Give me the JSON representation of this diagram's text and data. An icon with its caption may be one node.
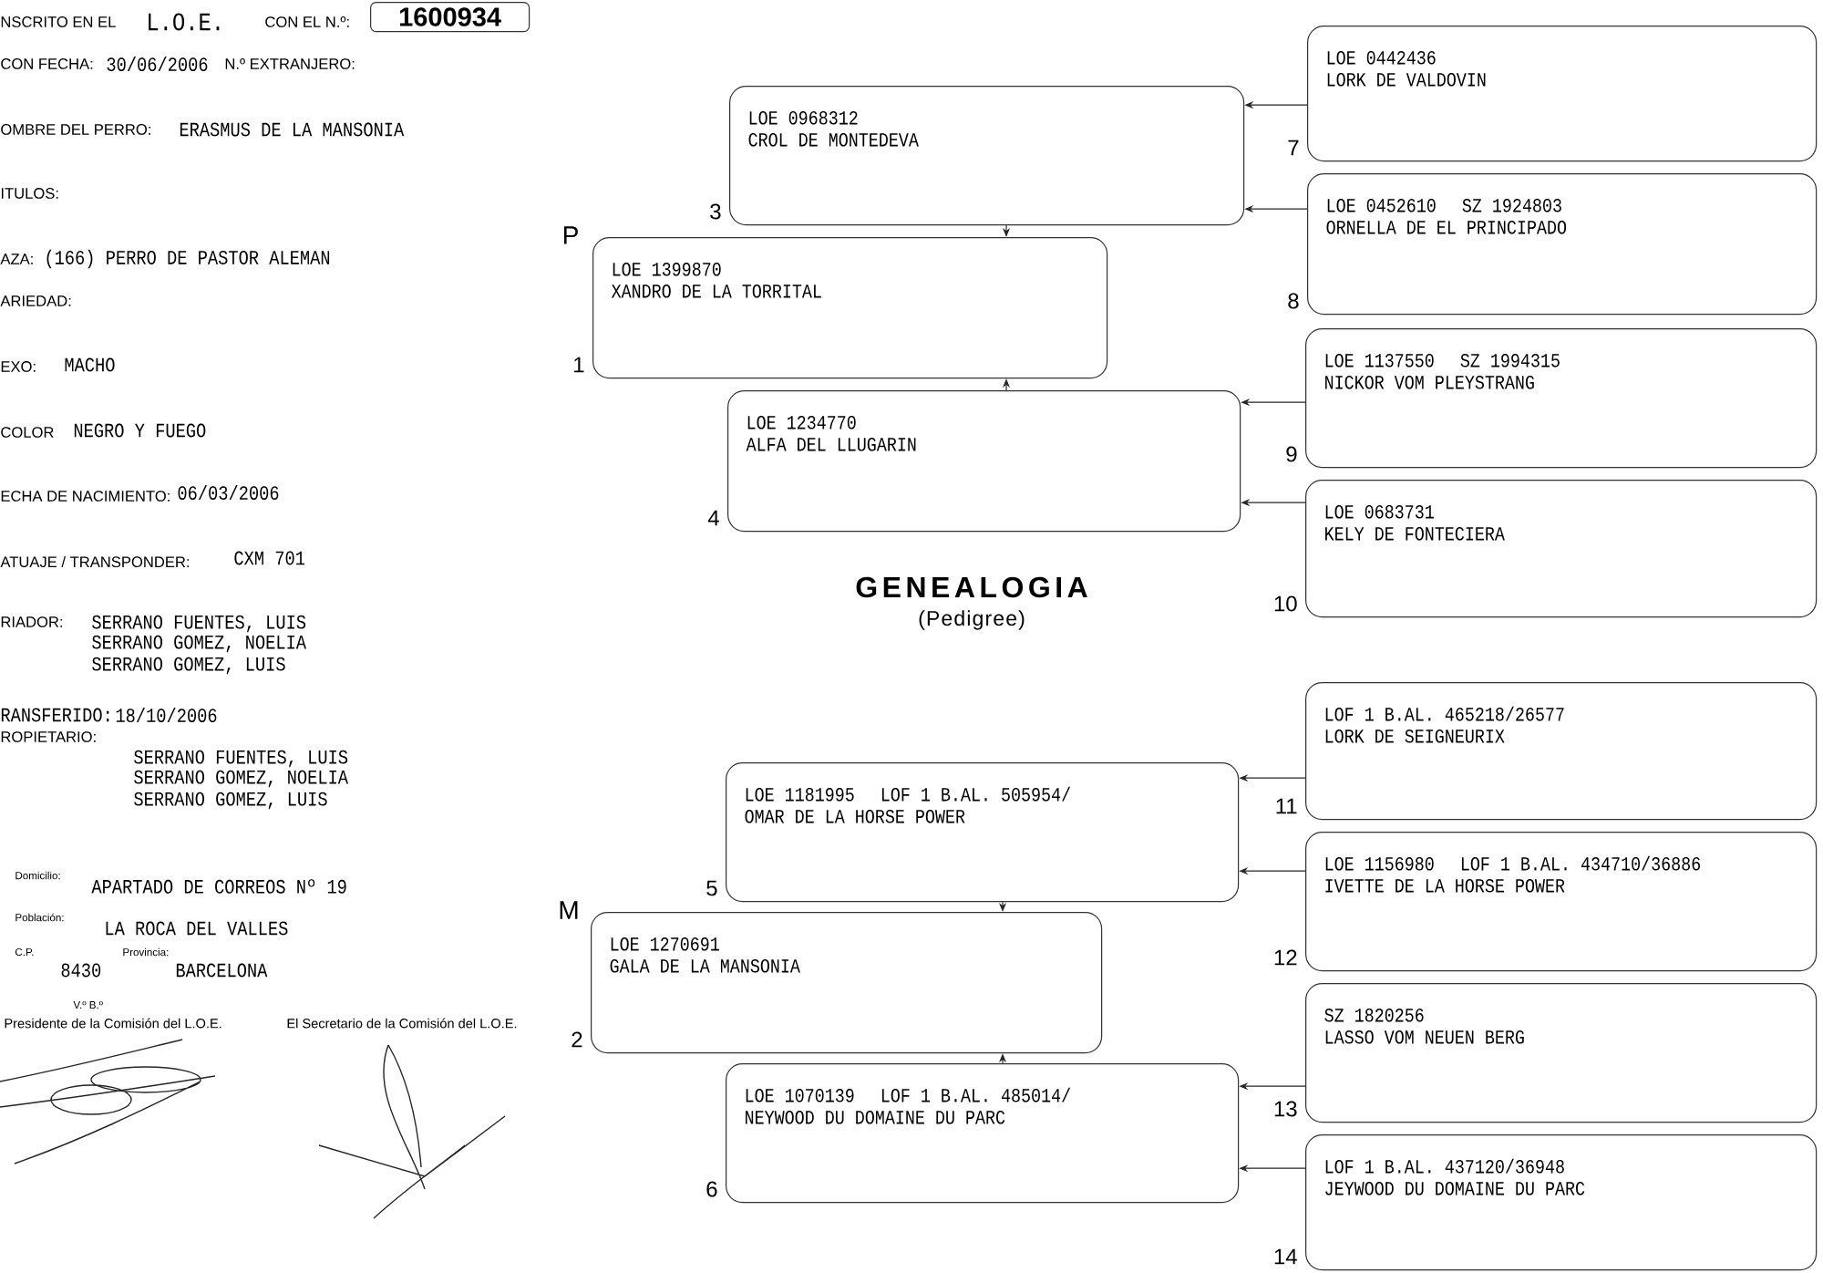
{
  "diagram": {
    "title": "GENEALOGIA",
    "nodes": [
      {
        "text": [
          "1600934"
        ]
      },
      {
        "text": [
          "LOE 1399870",
          "XANDRO DE LA TORRITAL"
        ],
        "beside": [
          "P",
          "1"
        ]
      },
      {
        "text": [
          "LOE 1270691",
          "GALA DE LA MANSONIA"
        ],
        "beside": [
          "M",
          "2"
        ]
      },
      {
        "text": [
          "LOE 0968312",
          "CROL DE MONTEDEVA"
        ],
        "beside": [
          "3"
        ]
      },
      {
        "text": [
          "LOE 1234770",
          "ALFA DEL LLUGARIN"
        ],
        "beside": [
          "4"
        ]
      },
      {
        "text": [
          "LOE 1181995",
          "LOF 1 B.AL. 505954/",
          "OMAR DE LA HORSE POWER"
        ],
        "beside": [
          "5"
        ]
      },
      {
        "text": [
          "LOE 1070139",
          "LOF 1 B.AL. 485014/",
          "NEYWOOD DU DOMAINE DU PARC"
        ],
        "beside": [
          "6"
        ]
      },
      {
        "text": [
          "LOE 0442436",
          "LORK DE VALDOVIN"
        ],
        "beside": [
          "7"
        ]
      },
      {
        "text": [
          "LOE 0452610",
          "SZ 1924803",
          "ORNELLA DE EL PRINCIPADO"
        ],
        "beside": [
          "8"
        ]
      },
      {
        "text": [
          "LOE 1137550",
          "SZ 1994315",
          "NICKOR VOM PLEYSTRANG"
        ],
        "beside": [
          "9"
        ]
      },
      {
        "text": [
          "LOE 0683731",
          "KELY DE FONTECIERA"
        ],
        "beside": [
          "10"
        ]
      },
      {
        "text": [
          "LOF 1 B.AL. 465218/26577",
          "LORK DE SEIGNEURIX"
        ],
        "beside": [
          "11"
        ]
      },
      {
        "text": [
          "LOE 1156980",
          "LOF 1 B.AL. 434710/36886",
          "IVETTE DE LA HORSE POWER"
        ],
        "beside": [
          "12"
        ]
      },
      {
        "text": [
          "SZ 1820256",
          "LASSO VOM NEUEN BERG"
        ],
        "beside": [
          "13"
        ]
      },
      {
        "text": [
          "LOF 1 B.AL. 437120/36948",
          "JEYWOOD DU DOMAINE DU PARC"
        ],
        "beside": [
          "14"
        ]
      }
    ],
    "edges": [
      {
        "from": 3,
        "to": 1,
        "arrow": "to"
      },
      {
        "from": 4,
        "to": 1,
        "arrow": "to"
      },
      {
        "from": 5,
        "to": 2,
        "arrow": "to"
      },
      {
        "from": 6,
        "to": 2,
        "arrow": "to"
      },
      {
        "from": 7,
        "to": 3,
        "arrow": "to"
      },
      {
        "from": 8,
        "to": 3,
        "arrow": "to"
      },
      {
        "from": 9,
        "to": 4,
        "arrow": "to"
      },
      {
        "from": 10,
        "to": 4,
        "arrow": "to"
      },
      {
        "from": 11,
        "to": 5,
        "arrow": "to"
      },
      {
        "from": 12,
        "to": 5,
        "arrow": "to"
      },
      {
        "from": 13,
        "to": 6,
        "arrow": "to"
      },
      {
        "from": 14,
        "to": 6,
        "arrow": "to"
      }
    ],
    "labels": [
      "NSCRITO EN EL",
      "L.O.E.",
      "CON EL N.º:",
      "CON FECHA:",
      "30/06/2006",
      "N.º EXTRANJERO:",
      "OMBRE DEL PERRO:",
      "ERASMUS DE LA MANSONIA",
      "ITULOS:",
      "AZA:",
      "(166) PERRO DE PASTOR ALEMAN",
      "ARIEDAD:",
      "EXO:",
      "MACHO",
      "COLOR",
      "NEGRO Y FUEGO",
      "ECHA DE NACIMIENTO:",
      "06/03/2006",
      "ATUAJE / TRANSPONDER:",
      "CXM 701",
      "RIADOR:",
      "SERRANO FUENTES, LUIS",
      "SERRANO GOMEZ, NOELIA",
      "SERRANO GOMEZ, LUIS",
      "RANSFERIDO:",
      "18/10/2006",
      "ROPIETARIO:",
      "SERRANO FUENTES, LUIS",
      "SERRANO GOMEZ, NOELIA",
      "SERRANO GOMEZ, LUIS",
      "(Pedigree)",
      "Domicilio:",
      "APARTADO DE CORREOS Nº 19",
      "Población:",
      "LA ROCA DEL VALLES",
      "C.P.",
      "8430",
      "Provincia:",
      "BARCELONA",
      "V.º B.º",
      "Presidente de la Comisión del L.O.E.",
      "El Secretario de la Comisión del L.O.E."
    ]
  }
}
